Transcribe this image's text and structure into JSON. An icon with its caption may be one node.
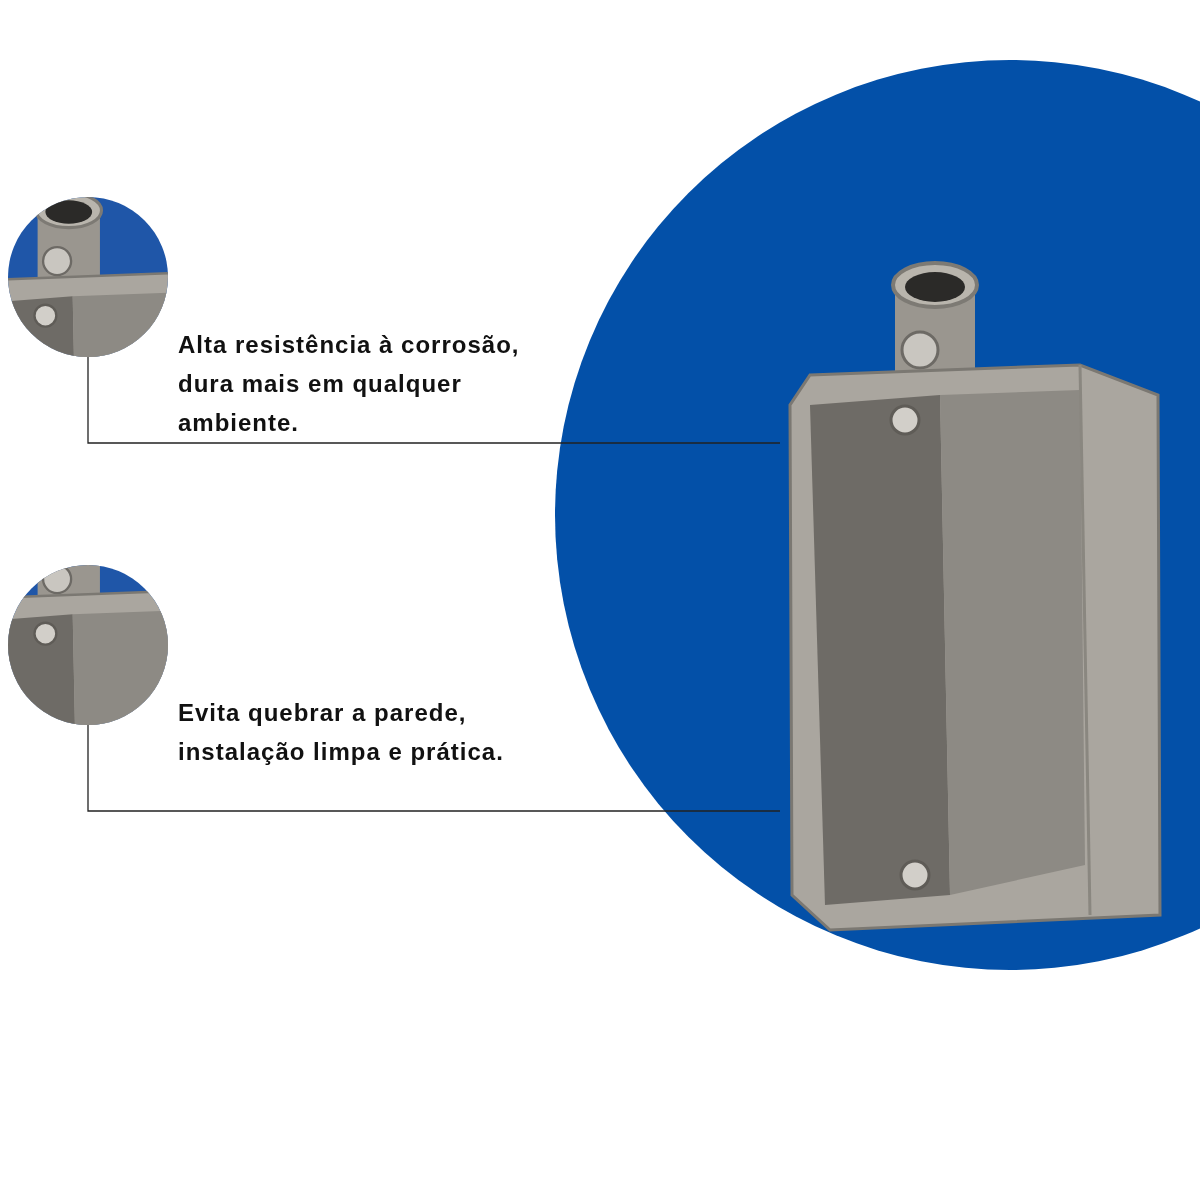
{
  "diagram": {
    "nodes": [
      {
        "text": [],
        "shape": "picture",
        "beside": [
          "Alta resistência à corrosão, dura mais em qualquer ambiente."
        ]
      },
      {
        "text": [],
        "shape": "picture",
        "beside": [
          "Evita quebrar a parede, instalação limpa e prática."
        ]
      },
      {
        "text": [],
        "shape": "picture"
      }
    ],
    "edges": [
      {
        "from": 0,
        "to": 2,
        "arrow": "none"
      },
      {
        "from": 1,
        "to": 2,
        "arrow": "none"
      }
    ]
  }
}
